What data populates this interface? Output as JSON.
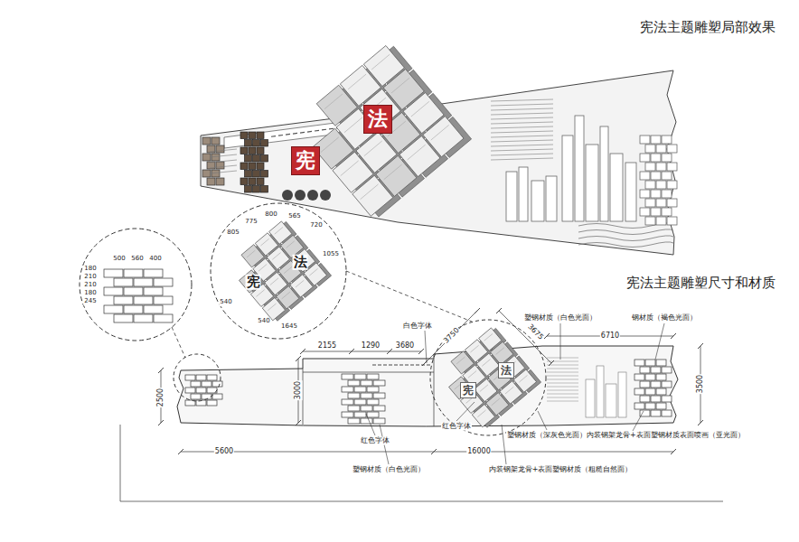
{
  "diagram": {
    "title": "宪法主题雕塑局部效果",
    "nodes": [
      {
        "text": [
          "宪"
        ]
      },
      {
        "text": [
          "法"
        ]
      },
      {
        "text": [
          "宪"
        ]
      },
      {
        "text": [
          "法"
        ]
      }
    ],
    "labels": [
      "宪法主题雕塑尺寸和材质",
      "500",
      "560",
      "400",
      "180",
      "210",
      "210",
      "180",
      "245",
      "805",
      "775",
      "800",
      "565",
      "720",
      "1055",
      "540",
      "540",
      "1645",
      "宪",
      "法",
      "2155",
      "1290",
      "3680",
      "3750",
      "3675",
      "6710",
      "2500",
      "3000",
      "3500",
      "5600",
      "16000",
      "白色字体",
      "塑钢材质（白色光面）",
      "钢材质（褐色光面）",
      "红色字体",
      "红色字体",
      "塑钢材质（深灰色光面）",
      "内装钢架龙骨+表面塑钢材质表面喷画（亚光面）",
      "塑钢材质（白色光面）",
      "内装钢架龙骨+表面塑钢材质（粗糙自然面）"
    ]
  }
}
